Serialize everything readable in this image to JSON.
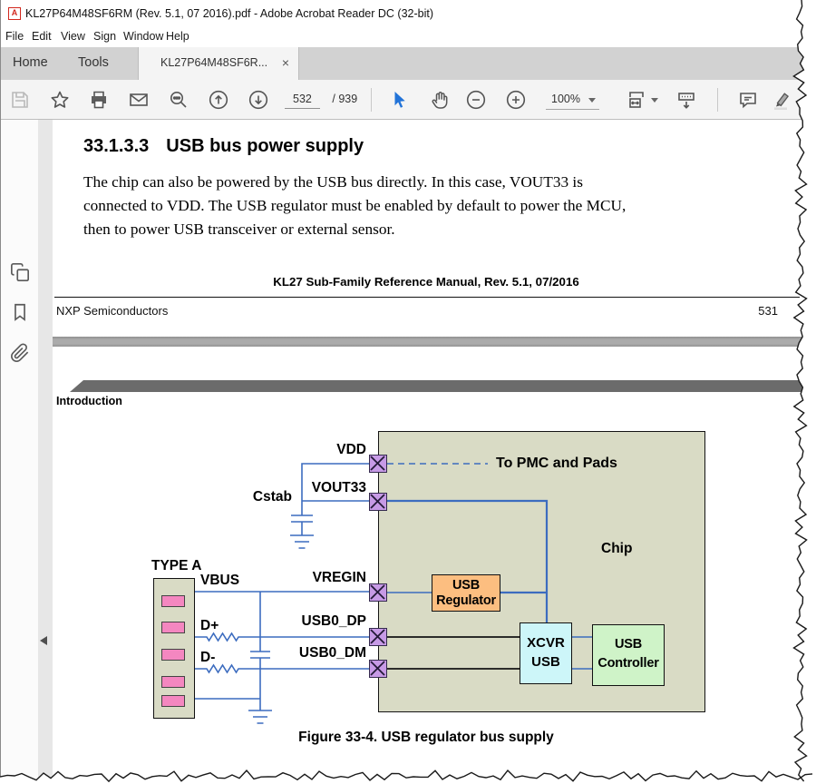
{
  "window": {
    "title": "KL27P64M48SF6RM (Rev. 5.1, 07 2016).pdf - Adobe Acrobat Reader DC (32-bit)",
    "menu": [
      "File",
      "Edit",
      "View",
      "Sign",
      "Window",
      "Help"
    ]
  },
  "tabs": {
    "home": "Home",
    "tools": "Tools",
    "document": "KL27P64M48SF6R...",
    "close": "×"
  },
  "toolbar": {
    "page_current": "532",
    "page_separator": "/",
    "page_total": "939",
    "zoom_level": "100%"
  },
  "page1": {
    "heading_number": "33.1.3.3",
    "heading_title": "USB bus power supply",
    "body_lines": [
      "The chip can also be powered by the USB bus directly. In this case, VOUT33 is",
      "connected to VDD. The USB regulator must be enabled by default to power the MCU,",
      "then to power USB transceiver or external sensor."
    ],
    "manual_ref": "KL27 Sub-Family Reference Manual, Rev. 5.1, 07/2016",
    "vendor": "NXP Semiconductors",
    "page_number": "531"
  },
  "page2": {
    "chapter_header": "Introduction",
    "caption": "Figure 33-4. USB regulator bus supply",
    "diagram": {
      "type_a": "TYPE A",
      "vbus": "VBUS",
      "d_plus": "D+",
      "d_minus": "D-",
      "cstab": "Cstab",
      "vdd": "VDD",
      "vout33": "VOUT33",
      "vregin": "VREGIN",
      "usb0_dp": "USB0_DP",
      "usb0_dm": "USB0_DM",
      "to_pmc": "To PMC and Pads",
      "chip": "Chip",
      "regulator": [
        "USB",
        "Regulator"
      ],
      "xcvr": [
        "XCVR",
        "USB"
      ],
      "controller": [
        "USB",
        "Controller"
      ]
    }
  },
  "colors": {
    "wire_blue": "#3c6cbf",
    "chip_fill": "#d9dbc5",
    "pin_fill": "#c79ae6",
    "connector_pin_pink": "#f487c0",
    "regulator_fill": "#fcbe80",
    "xcvr_fill": "#cdf6f9",
    "controller_fill": "#cff3c8",
    "select_tool_blue": "#2273d8",
    "intro_bar_gray": "#6b6b6b"
  }
}
